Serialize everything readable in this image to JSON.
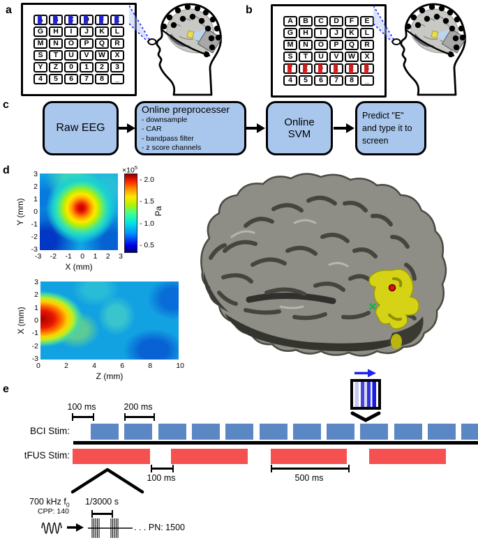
{
  "panel_labels": {
    "a": "a",
    "b": "b",
    "c": "c",
    "d": "d",
    "e": "e"
  },
  "speller": {
    "rows": [
      [
        "A",
        "B",
        "C",
        "D",
        "F",
        "E"
      ],
      [
        "G",
        "H",
        "I",
        "J",
        "K",
        "L"
      ],
      [
        "M",
        "N",
        "O",
        "P",
        "Q",
        "R"
      ],
      [
        "S",
        "T",
        "U",
        "V",
        "W",
        "X"
      ],
      [
        "Y",
        "Z",
        "0",
        "1",
        "2",
        "3"
      ],
      [
        "4",
        "5",
        "6",
        "7",
        "8",
        "_"
      ]
    ],
    "panel_a_flash": {
      "row_index": 0,
      "color": "#1a1ad2"
    },
    "panel_b_flash": {
      "row_index": 4,
      "color": "#d41414"
    }
  },
  "flowchart": {
    "box_fill": "#a9c7ec",
    "boxes": [
      {
        "title": "Raw EEG",
        "items": []
      },
      {
        "title": "Online preprocesser",
        "items": [
          "- downsample",
          "- CAR",
          "- bandpass filter",
          "- z score channels"
        ]
      },
      {
        "title": "Online SVM",
        "items": []
      },
      {
        "title": "Predict \"E\" and type it to screen",
        "items": []
      }
    ]
  },
  "pressure_maps": {
    "xy": {
      "ylabel": "Y (mm)",
      "xlabel": "X (mm)",
      "yticks": [
        "3",
        "2",
        "1",
        "0",
        "-1",
        "-2",
        "-3"
      ],
      "xticks": [
        "-3",
        "-2",
        "-1",
        "0",
        "1",
        "2",
        "3"
      ],
      "hotspot": "peak pressure centered near X=0, Y=0"
    },
    "xz": {
      "ylabel": "X (mm)",
      "xlabel": "Z (mm)",
      "yticks": [
        "3",
        "2",
        "1",
        "0",
        "-1",
        "-2",
        "-3"
      ],
      "xticks": [
        "0",
        "2",
        "4",
        "6",
        "8",
        "10"
      ],
      "hotspot": "peak pressure at Z=0-2, X=0"
    },
    "colorbar": {
      "scale": "×10",
      "scale_exp": "5",
      "unit": "Pa",
      "ticks": [
        "2.0",
        "1.5",
        "1.0",
        "0.5"
      ]
    }
  },
  "brain": {
    "highlight_color": "#d6d216",
    "target_marker": "red-dot",
    "reference_marker": "green-x"
  },
  "timing": {
    "bci_label": "BCI Stim:",
    "tfus_label": "tFUS Stim:",
    "bci_color": "#5c87c5",
    "tfus_color": "#f45150",
    "n_bci_squares": 12,
    "tfus_bars": [
      {
        "x": 104,
        "w": 111
      },
      {
        "x": 245,
        "w": 110
      },
      {
        "x": 388,
        "w": 109
      },
      {
        "x": 529,
        "w": 110
      }
    ],
    "labels": {
      "lead": "100 ms",
      "flash_period": "200 ms",
      "gap": "100 ms",
      "burst": "500 ms"
    },
    "pulse": {
      "freq": "700 kHz f",
      "freq_sub": "0",
      "cpp": "CPP: 140",
      "prp": "1/3000 s",
      "dots": ". . .",
      "pn": "PN: 1500"
    }
  }
}
